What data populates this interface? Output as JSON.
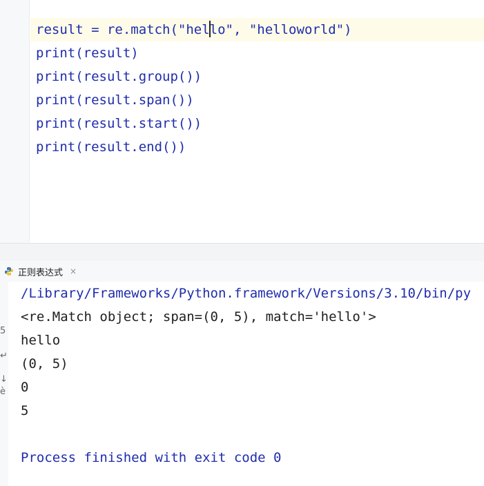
{
  "editor": {
    "lines": [
      "result = re.match(\"hello\", \"helloworld\")",
      "print(result)",
      "print(result.group())",
      "print(result.span())",
      "print(result.start())",
      "print(result.end())"
    ],
    "current_line_first": "result = re.match(\"hel",
    "current_line_rest": "lo\", \"helloworld\")"
  },
  "run_panel": {
    "tab_label": "正则表达式",
    "tab_icon": "python-icon",
    "close_symbol": "×",
    "gutter_glyphs": [
      "5",
      "↵",
      "↓",
      "è"
    ],
    "output": {
      "command": "/Library/Frameworks/Python.framework/Versions/3.10/bin/py",
      "match_repr": "<re.Match object; span=(0, 5), match='hello'>",
      "group": "hello",
      "span": "(0, 5)",
      "start": "0",
      "end": "5",
      "exit_message": "Process finished with exit code 0"
    }
  },
  "colors": {
    "code_text": "#1f2dac",
    "current_line_bg": "#fefbe8",
    "gutter_bg": "#f7f8fa"
  }
}
